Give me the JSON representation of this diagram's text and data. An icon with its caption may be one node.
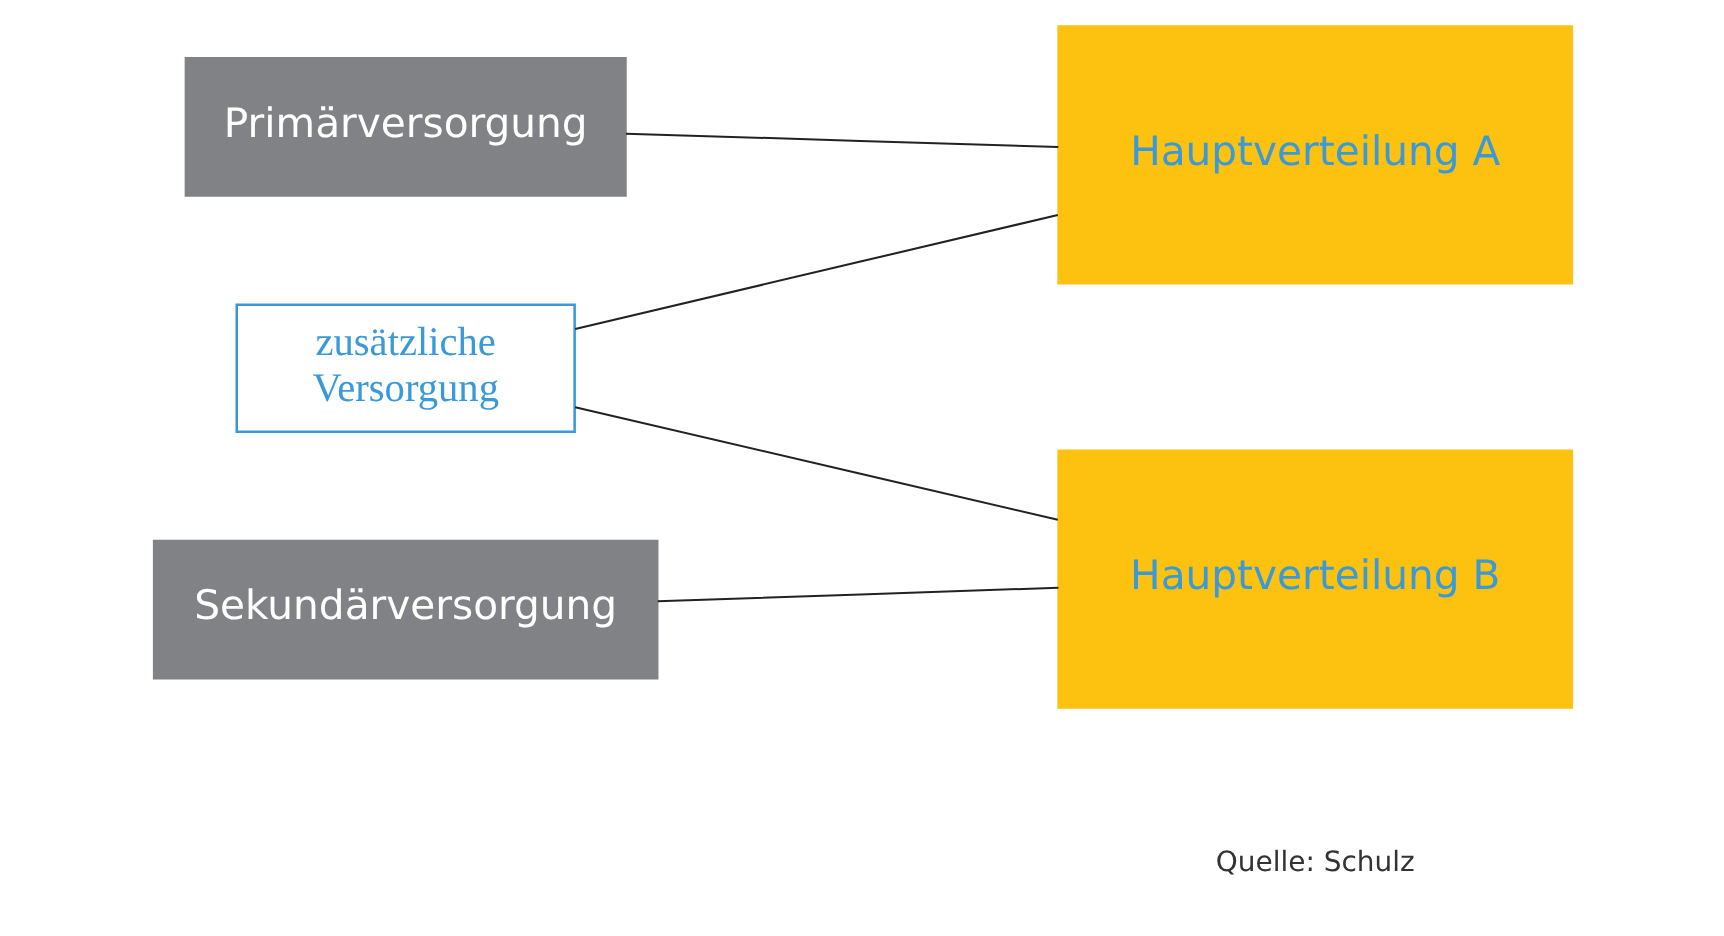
{
  "diagram": {
    "nodes": [
      {
        "text": [
          "Primärversorgung"
        ]
      },
      {
        "text": [
          "zusätzliche Versorgung"
        ]
      },
      {
        "text": [
          "Sekundärversorgung"
        ]
      },
      {
        "text": [
          "Hauptverteilung A"
        ]
      },
      {
        "text": [
          "Hauptverteilung B"
        ]
      }
    ],
    "edges": [
      {
        "from": 0,
        "to": 3,
        "arrow": "none"
      },
      {
        "from": 1,
        "to": 3,
        "arrow": "none"
      },
      {
        "from": 1,
        "to": 4,
        "arrow": "none"
      },
      {
        "from": 2,
        "to": 4,
        "arrow": "none"
      }
    ],
    "labels": [
      "Quelle: Schulz"
    ]
  }
}
